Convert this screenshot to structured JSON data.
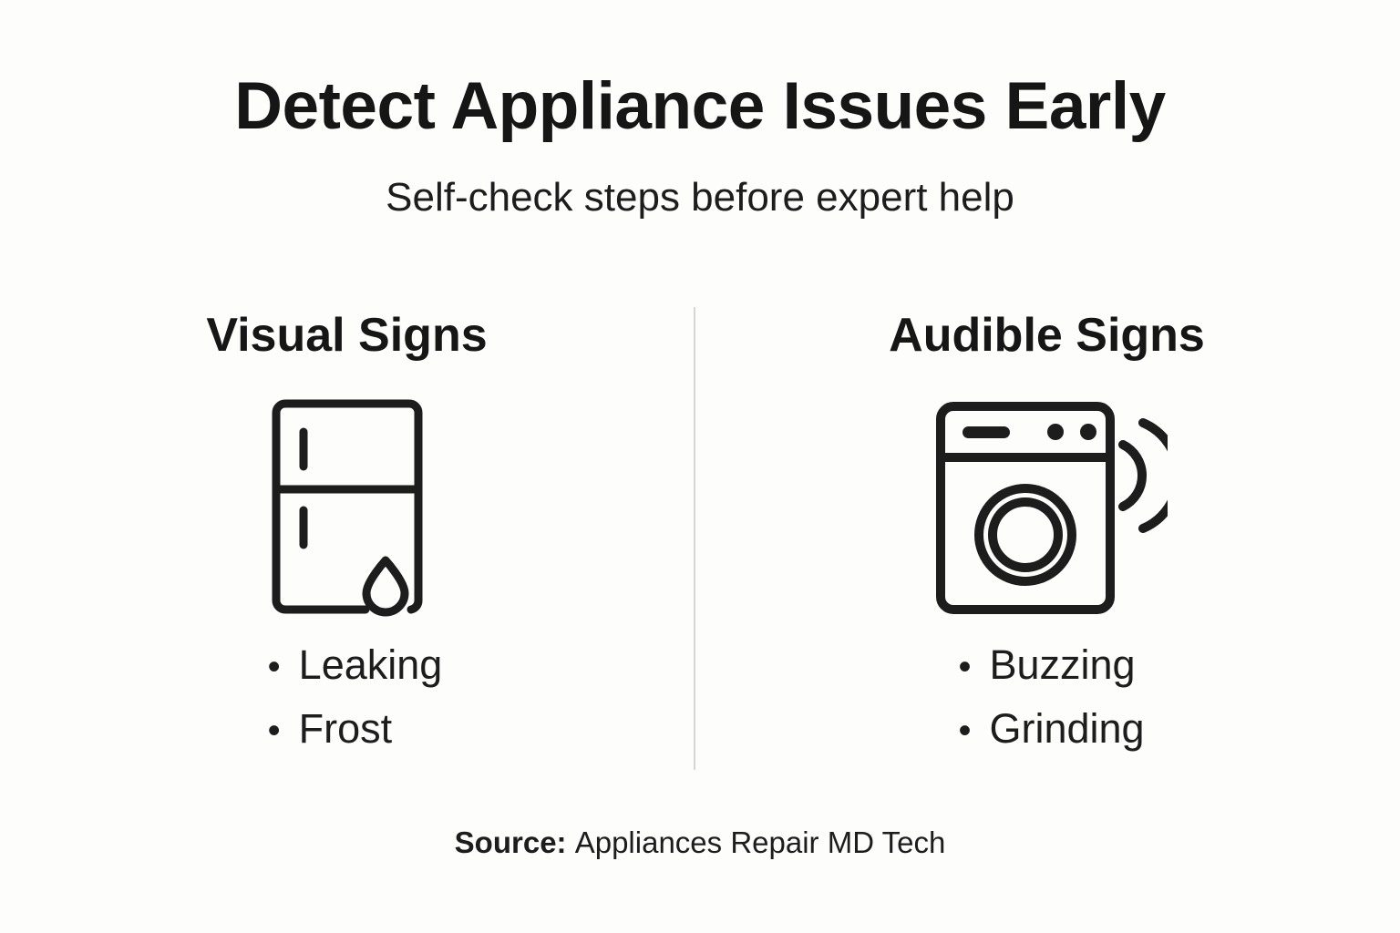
{
  "header": {
    "title": "Detect Appliance Issues Early",
    "subtitle": "Self-check steps before expert help"
  },
  "columns": [
    {
      "heading": "Visual Signs",
      "icon": "refrigerator-leak-icon",
      "bullets": [
        {
          "marker": "•",
          "label": "Leaking"
        },
        {
          "marker": "•",
          "label": "Frost"
        }
      ]
    },
    {
      "heading": "Audible Signs",
      "icon": "washing-machine-sound-icon",
      "bullets": [
        {
          "marker": "•",
          "label": "Buzzing"
        },
        {
          "marker": "•",
          "label": "Grinding"
        }
      ]
    }
  ],
  "source": {
    "label": "Source:",
    "value": "Appliances Repair MD Tech"
  },
  "colors": {
    "background": "#fdfdfc",
    "text": "#1a1a1a",
    "heading": "#161616",
    "icon_stroke": "#1d1d1d",
    "divider": "#d6d6d6"
  }
}
